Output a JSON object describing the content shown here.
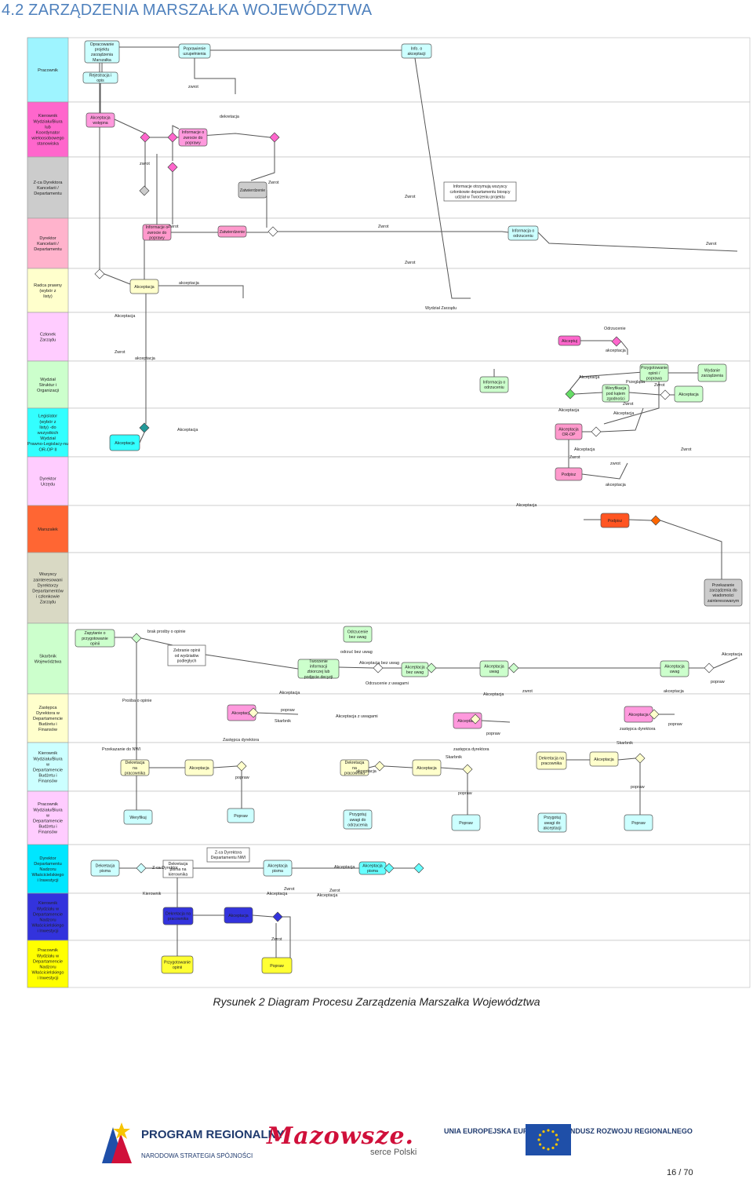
{
  "title": "4.2  ZARZĄDZENIA MARSZAŁKA WOJEWÓDZTWA",
  "caption": "Rysunek 2 Diagram Procesu Zarządzenia Marszałka Województwa",
  "page_number": "16 / 70",
  "colors": {
    "header_blue": "#4f81bd",
    "lane_light_cyan": "#9ef4ff",
    "lane_pink": "#ff66cc",
    "lane_grey": "#cccccc",
    "lane_light_pink": "#ffb3cc",
    "lane_light_yellow": "#ffffcc",
    "lane_lavender": "#ffccff",
    "lane_light_green": "#ccffcc",
    "lane_orange": "#ff6633",
    "lane_tan": "#d9d9c4",
    "lane_mint": "#ccffcc",
    "lane_cyan": "#00e6ff",
    "lane_blue": "#3333dd",
    "lane_yellow": "#ffff00"
  },
  "lanes": [
    {
      "label": "Pracownik",
      "color": "#9ef4ff"
    },
    {
      "label": "Kierownik Wydziału/Biura lub Koordynator wieloosobowego stanowiska",
      "color": "#ff66cc"
    },
    {
      "label": "Z-ca Dyrektora Kancelarii / Departamentu",
      "color": "#cccccc"
    },
    {
      "label": "Dyrektor Kancelarii / Departamentu",
      "color": "#ffb3cc"
    },
    {
      "label": "Radca prawny (wybór z listy)",
      "color": "#ffffcc"
    },
    {
      "label": "Członek Zarządu",
      "color": "#ffccff"
    },
    {
      "label": "Wydział Struktur i Organizacji",
      "color": "#ccffcc"
    },
    {
      "label": "Legislator (wybór z listy) -do wszystkich Wydział Prawno-Legislacy-nu OR-OP II",
      "color": "#33ffff"
    },
    {
      "label": "Dyrektor Urzędu",
      "color": "#ffccff"
    },
    {
      "label": "Marszałek",
      "color": "#ff6633"
    },
    {
      "label": "Wszyscy zainteresowani Dyrektorzy Departamentów i członkowie Zarządu",
      "color": "#d9d9c4"
    },
    {
      "label": "Skarbnik Województwa",
      "color": "#ccffcc"
    },
    {
      "label": "Zastępca Dyrektora w Departamencie Budżetu i Finansów",
      "color": "#ffffcc"
    },
    {
      "label": "Kierownik Wydziału/Biura w Departamencie Budżetu i Finansów",
      "color": "#ccffff"
    },
    {
      "label": "Pracownik Wydziału/Biura w Departamencie Budżetu i Finansów",
      "color": "#ffccff"
    },
    {
      "label": "Dyrektor Departamentu Nadzoru Właścicielskiego i Inwestycji",
      "color": "#00e6ff"
    },
    {
      "label": "Kierownik Wydziału w Departamencie Nadzoru Właścicielskiego i Inwestycji",
      "color": "#3333dd"
    },
    {
      "label": "Pracownik Wydziału w Departamencie Nadzoru Właścicielskiego i Inwestycji",
      "color": "#ffff00"
    }
  ],
  "boxes": [
    {
      "text": "Opracowanie projektu zarządzenia Marszałka",
      "fill": "#ccffff"
    },
    {
      "text": "Poprawienie uzupełnienia",
      "fill": "#ccffff"
    },
    {
      "text": "Info. o akceptacji",
      "fill": "#ccffff"
    },
    {
      "text": "Rejestracja i opis",
      "fill": "#ccffff"
    },
    {
      "text": "Akceptacja wstępna",
      "fill": "#ff99dd"
    },
    {
      "text": "Informacje o zwrocie do poprawy",
      "fill": "#ff99dd"
    },
    {
      "text": "Zatwierdzenie",
      "fill": "#cccccc"
    },
    {
      "text": "Informacje otrzymują wszyscy członkowie departamentu biorący udział w Tworzeniu projektu",
      "fill": "#ffffff"
    },
    {
      "text": "Informacje o zwrocie do poprawy",
      "fill": "#ff99cc"
    },
    {
      "text": "Zatwierdzenie",
      "fill": "#ff99cc"
    },
    {
      "text": "Informacja o odrzuceniu",
      "fill": "#ccffff"
    },
    {
      "text": "Akceptacja",
      "fill": "#ffffcc"
    },
    {
      "text": "Akceptuj",
      "fill": "#ff66cc"
    },
    {
      "text": "Informacja o odrzuceniu",
      "fill": "#ccffcc"
    },
    {
      "text": "Przygotowanie opinii / poprawa",
      "fill": "#ccffcc"
    },
    {
      "text": "Wydanie zarządzenia",
      "fill": "#ccffcc"
    },
    {
      "text": "Weryfikacja pod kątem zgodności",
      "fill": "#ccffcc"
    },
    {
      "text": "Akceptacja",
      "fill": "#ccffcc"
    },
    {
      "text": "Akceptacja",
      "fill": "#33ffff"
    },
    {
      "text": "Akceptacja OR-OP",
      "fill": "#ff99cc"
    },
    {
      "text": "Podpisz",
      "fill": "#ff99cc"
    },
    {
      "text": "Podpisz",
      "fill": "#ff5522"
    },
    {
      "text": "Przekazanie zarządzenia do wiadomości zainteresowanym",
      "fill": "#cccccc"
    },
    {
      "text": "Zapytanie o przygotowanie opinii",
      "fill": "#ccffcc"
    },
    {
      "text": "Odrzucenie bez uwag",
      "fill": "#ccffcc"
    },
    {
      "text": "Zebranie opinii od wydziałów podległych",
      "fill": "#ffffff"
    },
    {
      "text": "Tworzenie informacji zbiorczej lub podjęcie decyzji",
      "fill": "#ccffcc"
    },
    {
      "text": "Akceptacja bez uwag",
      "fill": "#ccffcc"
    },
    {
      "text": "Akceptacja uwag",
      "fill": "#ccffcc"
    },
    {
      "text": "Akceptacja uwag",
      "fill": "#ccffcc"
    },
    {
      "text": "Akceptacja",
      "fill": "#ff99dd"
    },
    {
      "text": "Akceptacja",
      "fill": "#ff99dd"
    },
    {
      "text": "Akceptacja",
      "fill": "#ff99dd"
    },
    {
      "text": "Dekretacja na pracownika",
      "fill": "#ffffcc"
    },
    {
      "text": "Akceptacja",
      "fill": "#ffffcc"
    },
    {
      "text": "Dekretacja na pracownika",
      "fill": "#ffffcc"
    },
    {
      "text": "Akceptacja",
      "fill": "#ffffcc"
    },
    {
      "text": "Dekretacja na pracownika",
      "fill": "#ffffcc"
    },
    {
      "text": "Akceptacja",
      "fill": "#ffffcc"
    },
    {
      "text": "Weryfikuj",
      "fill": "#ccffff"
    },
    {
      "text": "Popraw",
      "fill": "#ccffff"
    },
    {
      "text": "Przygotuj uwagi do odrzucenia",
      "fill": "#ccffff"
    },
    {
      "text": "Popraw",
      "fill": "#ccffff"
    },
    {
      "text": "Przygotuj uwagi do akceptacji",
      "fill": "#ccffff"
    },
    {
      "text": "Popraw",
      "fill": "#ccffff"
    },
    {
      "text": "Dekretacja pisma",
      "fill": "#ccffff"
    },
    {
      "text": "Dekretacja pisma na kierownika",
      "fill": "#ffffff"
    },
    {
      "text": "Z-ca Dyrektora Departamentu NWI",
      "fill": "#ffffff"
    },
    {
      "text": "Akceptacja pisma",
      "fill": "#ccffff"
    },
    {
      "text": "Akceptacja pisma",
      "fill": "#66ffff"
    },
    {
      "text": "Dekretacja na pracownika",
      "fill": "#3333dd"
    },
    {
      "text": "Akceptacja",
      "fill": "#3333dd"
    },
    {
      "text": "Przygotowanie opinii",
      "fill": "#ffff33"
    },
    {
      "text": "Popraw",
      "fill": "#ffff33"
    }
  ],
  "labels": [
    "zwrot",
    "dekretacja",
    "zwrot",
    "Zwrot",
    "Zwrot",
    "Zwrot",
    "Zwrot",
    "Zwrot",
    "Zwrot",
    "akceptacja",
    "Wydział Zarządu",
    "Akceptacja",
    "Odrzucenie",
    "Zwrot",
    "akceptacja",
    "akceptacja",
    "Akceptacja",
    "Przegląda",
    "Zwrot",
    "Zwrot",
    "Akceptacja",
    "Akceptacja",
    "Akceptacja",
    "Akceptacja",
    "Zwrot",
    "Zwrot",
    "zwrot",
    "akceptacja",
    "Akceptacja",
    "brak prośby o opinie",
    "odrzuć bez uwag",
    "Akceptacja bez uwag",
    "Akceptacja",
    "Odrzucenie z uwagami",
    "popraw",
    "Akceptacja",
    "Akceptacja",
    "zwrot",
    "akceptacja",
    "Prośba o opinie",
    "popraw",
    "Skarbnik",
    "Akceptacja z uwagami",
    "popraw",
    "zastępca dyrektora",
    "popraw",
    "Zastępca dyrektora",
    "Przekazanie do NWI",
    "zastępca dyrektora",
    "Skarbnik",
    "Skarbnik",
    "popraw",
    "akceptacja",
    "popraw",
    "popraw",
    "Z-ca Dyrektor",
    "Akceptacja",
    "Kierownik",
    "Zwrot",
    "Akceptacja",
    "Zwrot",
    "Akceptacja",
    "Zwrot"
  ],
  "logos": {
    "program_regionalny": "PROGRAM REGIONALNY",
    "program_regionalny_sub": "NARODOWA STRATEGIA SPÓJNOŚCI",
    "mazowsze": "Mazowsze.",
    "mazowsze_sub": "serce Polski",
    "ue": "UNIA EUROPEJSKA EUROPEJSKI FUNDUSZ ROZWOJU REGIONALNEGO"
  }
}
